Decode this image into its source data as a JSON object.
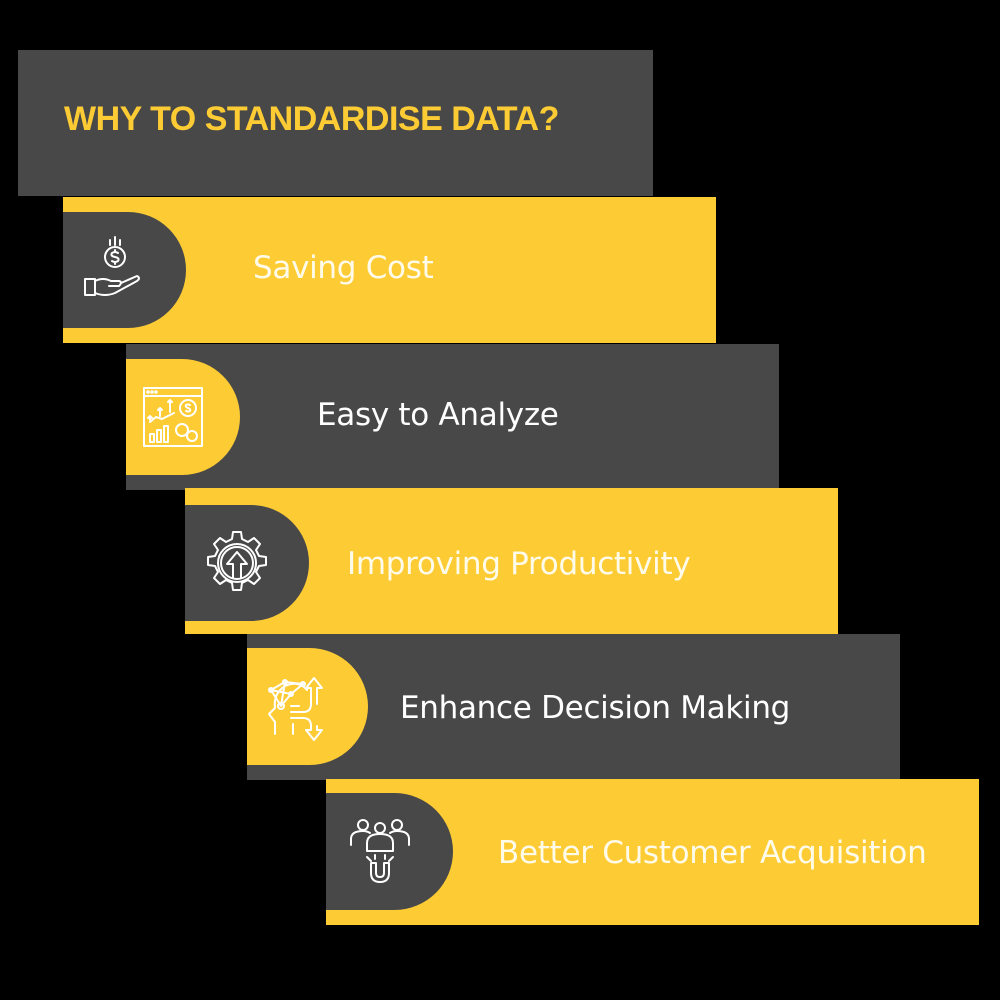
{
  "title": "WHY TO STANDARDISE DATA?",
  "colors": {
    "background": "#000000",
    "accent_yellow": "#fdcc34",
    "dark_gray": "#484848",
    "text_white": "#ffffff"
  },
  "items": [
    {
      "label": "Saving Cost",
      "icon": "money-hand-icon",
      "band_color": "yellow"
    },
    {
      "label": "Easy to Analyze",
      "icon": "analytics-dashboard-icon",
      "band_color": "dark"
    },
    {
      "label": "Improving Productivity",
      "icon": "gear-arrow-up-icon",
      "band_color": "yellow"
    },
    {
      "label": "Enhance Decision Making",
      "icon": "head-network-arrows-icon",
      "band_color": "dark"
    },
    {
      "label": "Better Customer Acquisition",
      "icon": "people-magnet-icon",
      "band_color": "yellow"
    }
  ]
}
